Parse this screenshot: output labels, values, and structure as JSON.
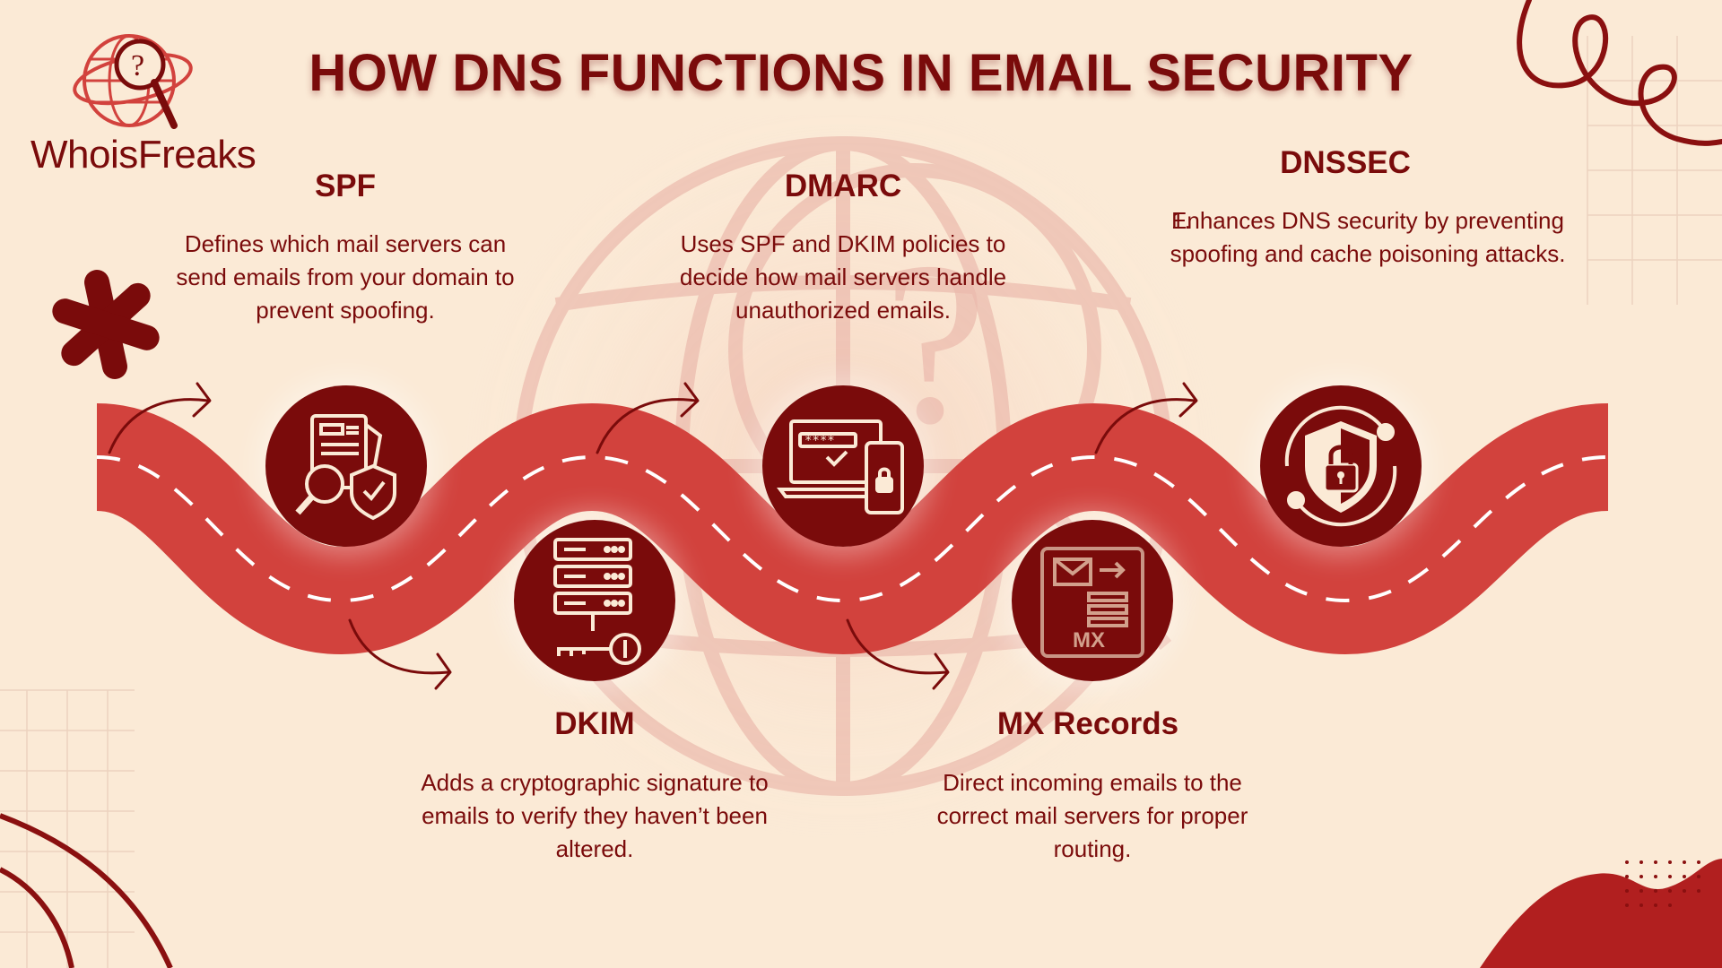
{
  "title": "HOW DNS FUNCTIONS IN EMAIL SECURITY",
  "brand": {
    "name": "WhoisFreaks"
  },
  "colors": {
    "background": "#fbead6",
    "dark_red": "#7a0b0b",
    "road_red": "#d2423d",
    "accent_red": "#b11f1f"
  },
  "steps": [
    {
      "id": "spf",
      "title": "SPF",
      "description": "Defines which mail servers can send emails from your domain to prevent spoofing.",
      "icon": "document-search-shield-icon"
    },
    {
      "id": "dkim",
      "title": "DKIM",
      "description": "Adds a cryptographic signature to emails to verify they haven’t been altered.",
      "icon": "server-key-icon"
    },
    {
      "id": "dmarc",
      "title": "DMARC",
      "description": "Uses SPF and DKIM policies to decide how mail servers handle unauthorized emails.",
      "icon": "laptop-password-phone-lock-icon"
    },
    {
      "id": "mx",
      "title": "MX Records",
      "description": "Direct incoming emails to the correct mail servers for proper routing.",
      "icon": "mx-record-icon",
      "icon_label": "MX"
    },
    {
      "id": "dnssec",
      "title": "DNSSEC",
      "list_number": "1.",
      "description": "Enhances DNS security by preventing spoofing and cache poisoning attacks.",
      "icon": "shield-lock-icon"
    }
  ]
}
